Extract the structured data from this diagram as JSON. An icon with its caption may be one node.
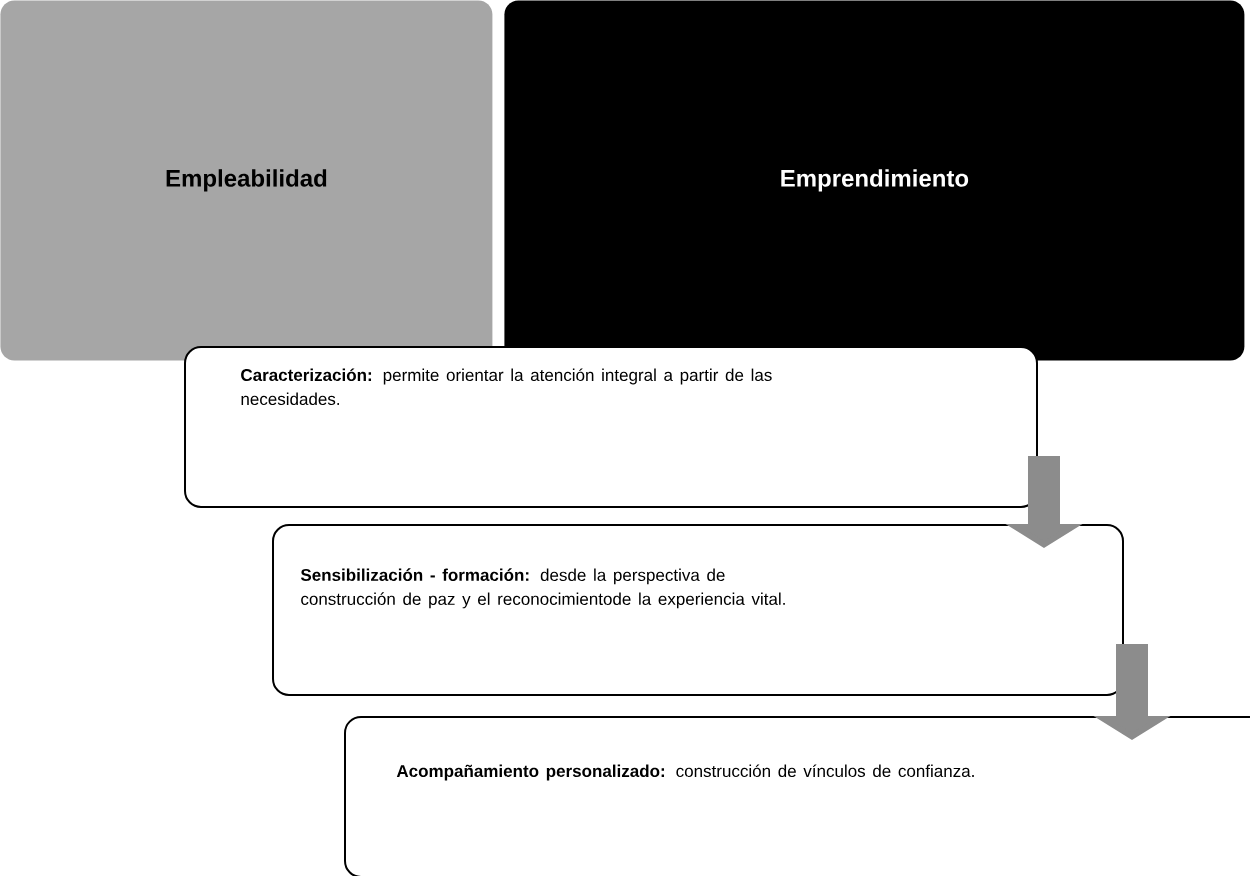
{
  "diagram": {
    "nodes": [
      {
        "text": [
          "Empleabilidad"
        ]
      },
      {
        "text": [
          "Emprendimiento"
        ]
      },
      {
        "text": [
          "**Caracterización:** permite orientar la atención integral a partir de las necesidades."
        ]
      },
      {
        "text": [
          "**Sensibilización - formación:** desde la perspectiva de construcción de paz y el reconocimientode la experiencia vital."
        ]
      },
      {
        "text": [
          "**Acompañamiento personalizado:** construcción de vínculos de confianza."
        ]
      }
    ],
    "edges": [
      {
        "from": 2,
        "to": 3,
        "arrow": "to"
      },
      {
        "from": 3,
        "to": 4,
        "arrow": "to"
      }
    ]
  }
}
